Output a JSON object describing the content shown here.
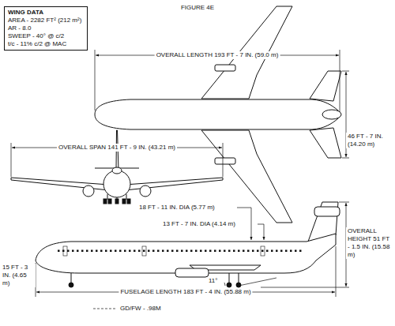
{
  "diagram": {
    "nodes": [
      {
        "text": [
          "WING DATA",
          "AREA - 2282 FT² (212 m²)",
          "AR - 8.0",
          "SWEEP - 40° @ c/2",
          "t/c - 11% c/2 @ MAC"
        ]
      }
    ],
    "labels": [
      "FIGURE 4E",
      "OVERALL LENGTH 193 FT - 7 IN. (59.0 m)",
      "46 FT - 7 IN. (14.20 m)",
      "OVERALL SPAN 141 FT - 9 IN. (43.21 m)",
      "18 FT - 11 IN. DIA (5.77 m)",
      "13 FT - 7 IN. DIA (4.14 m)",
      "OVERALL HEIGHT 51 FT - 1.5 IN. (15.58 m)",
      "15 FT - 3 IN. (4.65 m)",
      "11°",
      "FUSELAGE LENGTH 183 FT - 4 IN. (55.88 m)",
      "GD/FW - .98M"
    ]
  }
}
